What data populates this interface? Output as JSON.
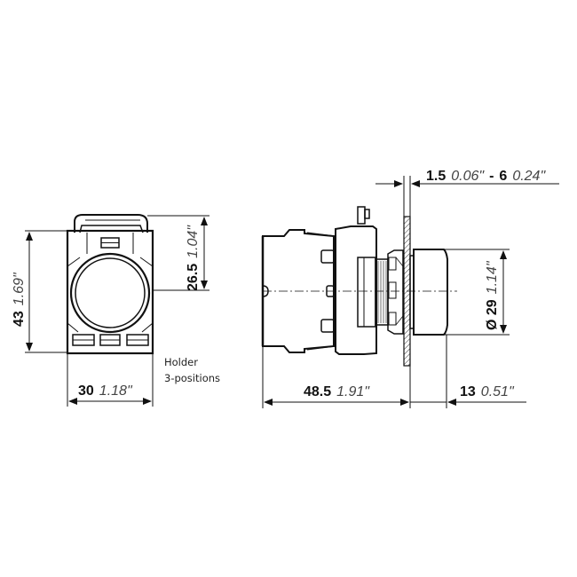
{
  "drawing": {
    "front_view": {
      "height_dim": {
        "mm": "43",
        "inch": "1.69\""
      },
      "upper_dim": {
        "mm": "26.5",
        "inch": "1.04\""
      },
      "width_dim": {
        "mm": "30",
        "inch": "1.18\""
      },
      "note_line1": "Holder",
      "note_line2": "3-positions"
    },
    "side_view": {
      "panel_dim": {
        "mm_min": "1.5",
        "inch_min": "0.06\"",
        "sep": "-",
        "mm_max": "6",
        "inch_max": "0.24\""
      },
      "depth_dim": {
        "mm": "48.5",
        "inch": "1.91\""
      },
      "button_len_dim": {
        "mm": "13",
        "inch": "0.51\""
      },
      "diameter_dim": {
        "mm": "Ø 29",
        "inch": "1.14\""
      }
    }
  }
}
